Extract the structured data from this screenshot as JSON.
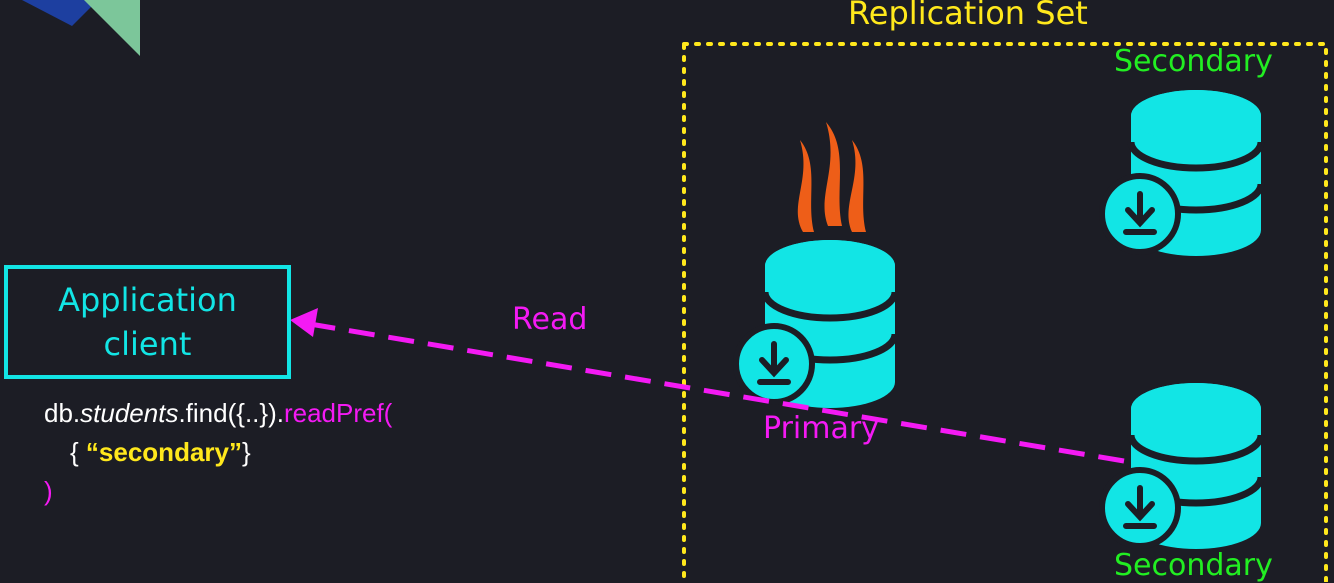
{
  "replication_set": {
    "title": "Replication Set",
    "title_color": "#ffe81c",
    "border_color": "#ffe81c"
  },
  "app_client": {
    "label_line1": "Application",
    "label_line2": "client",
    "color": "#12e5e5"
  },
  "edge": {
    "label": "Read",
    "color": "#f41af4"
  },
  "nodes": {
    "primary": {
      "label": "Primary",
      "label_color": "#f41af4",
      "icon": "database-icon",
      "badge_icon": "download-icon",
      "hot_icon": "flames-icon",
      "flame_color": "#ee5e18"
    },
    "secondary_top": {
      "label": "Secondary",
      "label_color": "#22ee22",
      "icon": "database-icon",
      "badge_icon": "download-icon"
    },
    "secondary_bottom": {
      "label": "Secondary",
      "label_color": "#22ee22",
      "icon": "database-icon",
      "badge_icon": "download-icon"
    },
    "db_color": "#12e5e5"
  },
  "code": {
    "line1": {
      "a": "db.",
      "b": "students",
      "c": ".find({..}).",
      "d": "readPref("
    },
    "line2": {
      "a": "{ ",
      "b": "“secondary”",
      "c": "}"
    },
    "line3": {
      "a": ")"
    },
    "keyword_color": "#f41af4",
    "string_color": "#ffe81c"
  },
  "corner_logo": {
    "name": "logo",
    "colors": [
      "#1d3fa0",
      "#7cc69a"
    ]
  }
}
